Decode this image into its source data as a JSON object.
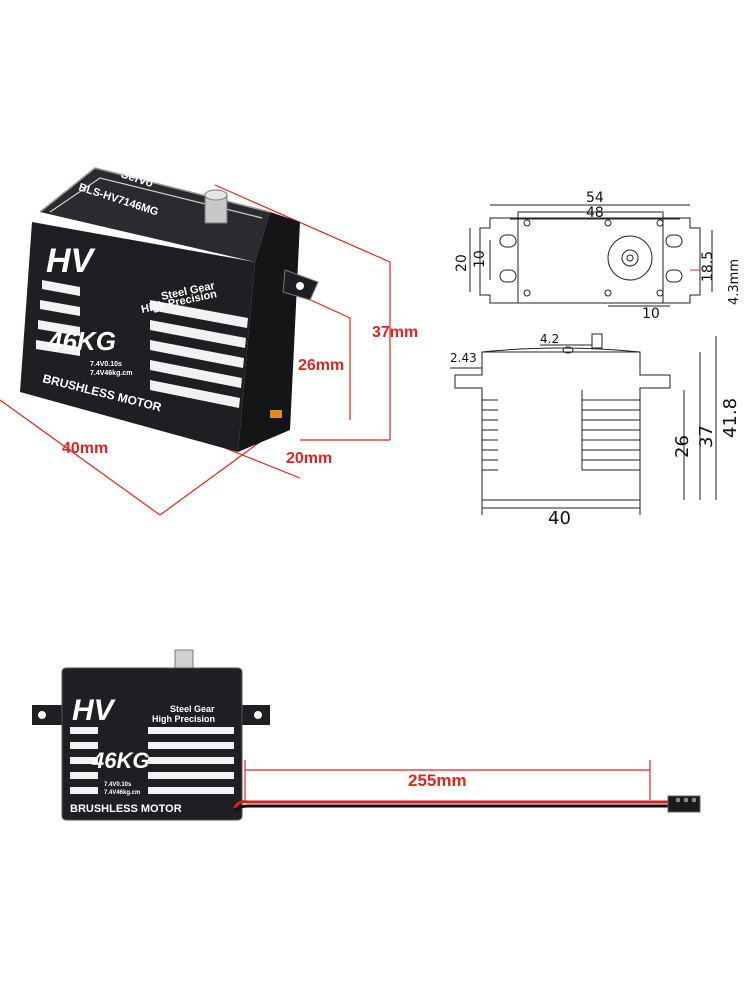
{
  "colors": {
    "dimension_red": "#e0251e",
    "servo_body": "#1e1f22",
    "fin_white": "#f2f2f2",
    "drawing_line": "#222222",
    "wire_red": "#d81e1e",
    "wire_black": "#111111"
  },
  "perspective_view": {
    "height_total": "37mm",
    "height_body": "26mm",
    "width": "40mm",
    "depth": "20mm"
  },
  "servo_labels": {
    "logo": "HV",
    "torque": "46KG",
    "feature_line1": "Steel Gear",
    "feature_line2": "High Precision",
    "spec_line1": "7.4V0.10s",
    "spec_line2": "7.4V46kg.cm",
    "motor": "BRUSHLESS MOTOR",
    "brand": "Servo",
    "model": "BLS-HV7146MG"
  },
  "top_view": {
    "overall_width": "54",
    "hole_spacing": "48",
    "left_height_outer": "20",
    "left_height_inner": "10",
    "right_height": "18.5",
    "hole_offset": "4.3mm",
    "shaft_offset": "10"
  },
  "side_view": {
    "shaft_height": "4.2",
    "flange_thickness": "2.43",
    "h_body": "26",
    "h_mid": "37",
    "h_total": "41.8",
    "width": "40"
  },
  "cable_view": {
    "cable_length": "255mm"
  }
}
